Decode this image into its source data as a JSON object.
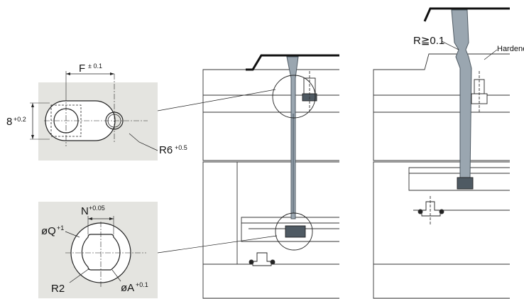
{
  "detail_top": {
    "dim_f": "F",
    "dim_f_tol": "± 0.1",
    "dim_8": "8",
    "dim_8_tol": "+0.2",
    "dim_r6": "R6",
    "dim_r6_tol": "+0.5"
  },
  "detail_bottom": {
    "dim_n": "N",
    "dim_n_tol": "+0.05",
    "dim_q": "øQ",
    "dim_q_tol": "+1",
    "dim_r2": "R2",
    "dim_a": "øA",
    "dim_a_tol": "+0.1"
  },
  "right_view": {
    "dim_r": "R≧0.1",
    "label_hardened": "Hardene"
  },
  "colors": {
    "panel_bg": "#e4e4e0",
    "line": "#222222",
    "punch_fill": "#9aa6b0",
    "punch_dark": "#4f5a63"
  }
}
